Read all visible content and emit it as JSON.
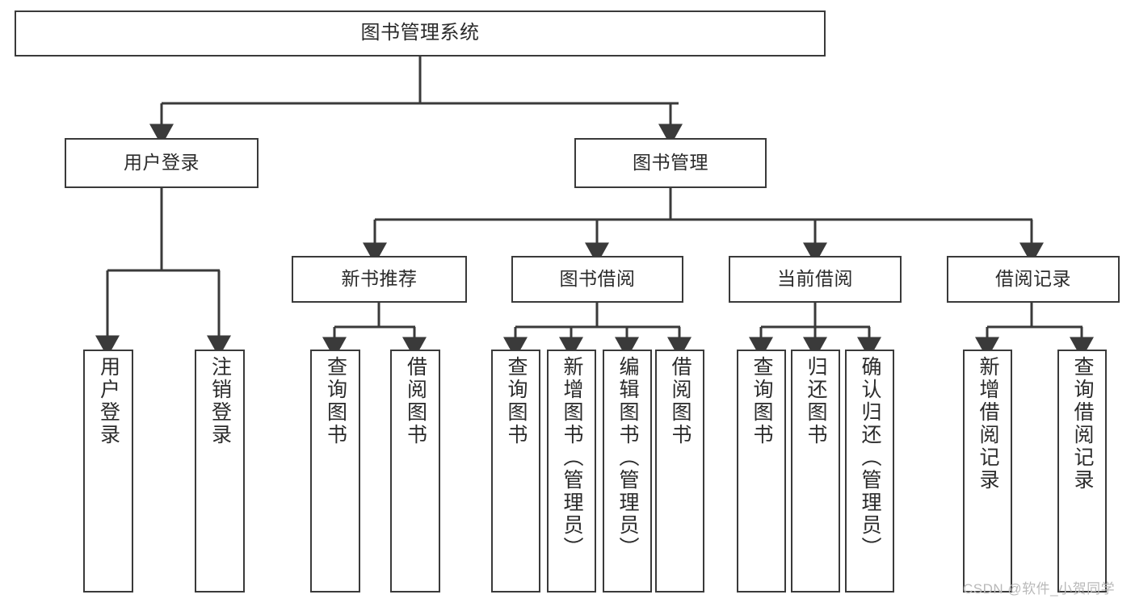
{
  "diagram": {
    "type": "tree-hierarchy",
    "title": "图书管理系统",
    "root": {
      "id": "root",
      "label": "图书管理系统"
    },
    "level1": [
      {
        "id": "user-login",
        "label": "用户登录"
      },
      {
        "id": "book-manage",
        "label": "图书管理"
      }
    ],
    "level2": [
      {
        "id": "new-book-recommend",
        "label": "新书推荐",
        "parent": "book-manage"
      },
      {
        "id": "book-borrow",
        "label": "图书借阅",
        "parent": "book-manage"
      },
      {
        "id": "current-borrow",
        "label": "当前借阅",
        "parent": "book-manage"
      },
      {
        "id": "borrow-record",
        "label": "借阅记录",
        "parent": "book-manage"
      }
    ],
    "leaves": {
      "user_login": [
        {
          "id": "leaf-user-login",
          "label": "用户登录"
        },
        {
          "id": "leaf-logout",
          "label": "注销登录"
        }
      ],
      "new_book_recommend": [
        {
          "id": "leaf-query-book-1",
          "label": "查询图书"
        },
        {
          "id": "leaf-borrow-book-1",
          "label": "借阅图书"
        }
      ],
      "book_borrow": [
        {
          "id": "leaf-query-book-2",
          "label": "查询图书"
        },
        {
          "id": "leaf-add-book",
          "label": "新增图书（管理员）"
        },
        {
          "id": "leaf-edit-book",
          "label": "编辑图书（管理员）"
        },
        {
          "id": "leaf-borrow-book-2",
          "label": "借阅图书"
        }
      ],
      "current_borrow": [
        {
          "id": "leaf-query-book-3",
          "label": "查询图书"
        },
        {
          "id": "leaf-return-book",
          "label": "归还图书"
        },
        {
          "id": "leaf-confirm-return",
          "label": "确认归还（管理员）"
        }
      ],
      "borrow_record": [
        {
          "id": "leaf-add-record",
          "label": "新增借阅记录"
        },
        {
          "id": "leaf-query-record",
          "label": "查询借阅记录"
        }
      ]
    },
    "colors": {
      "stroke": "#3a3a3a",
      "background": "#ffffff",
      "text": "#2b2b2b",
      "watermark": "#b9b9b9"
    }
  },
  "watermark": {
    "text": "CSDN @软件_小贺同学"
  }
}
